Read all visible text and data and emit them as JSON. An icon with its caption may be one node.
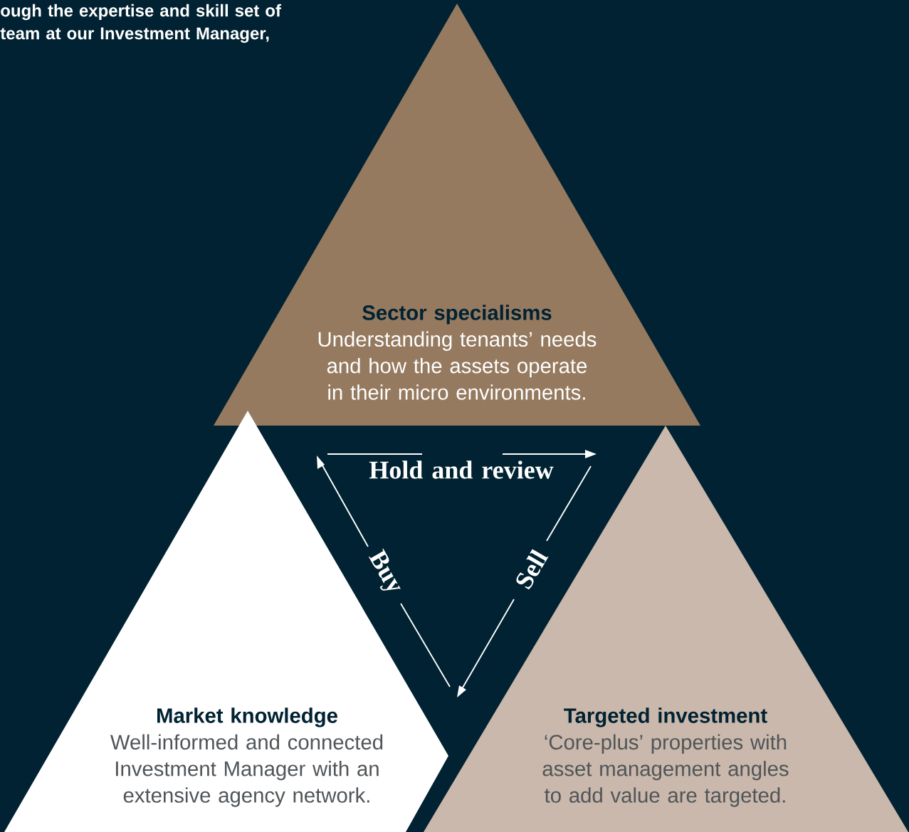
{
  "diagram": {
    "nodes": [
      {
        "text": [
          "Sector specialisms",
          "Understanding tenants’ needs and how the assets operate in their micro environments."
        ]
      },
      {
        "text": [
          "Market knowledge",
          "Well-informed and connected Investment Manager with an extensive agency network."
        ]
      },
      {
        "text": [
          "Targeted investment",
          "‘Core-plus’ properties with asset management angles to add value are targeted."
        ]
      }
    ],
    "labels": [
      "ough the expertise and skill set of team at our Investment Manager,",
      "Hold and review",
      "Sell",
      "Buy"
    ]
  }
}
